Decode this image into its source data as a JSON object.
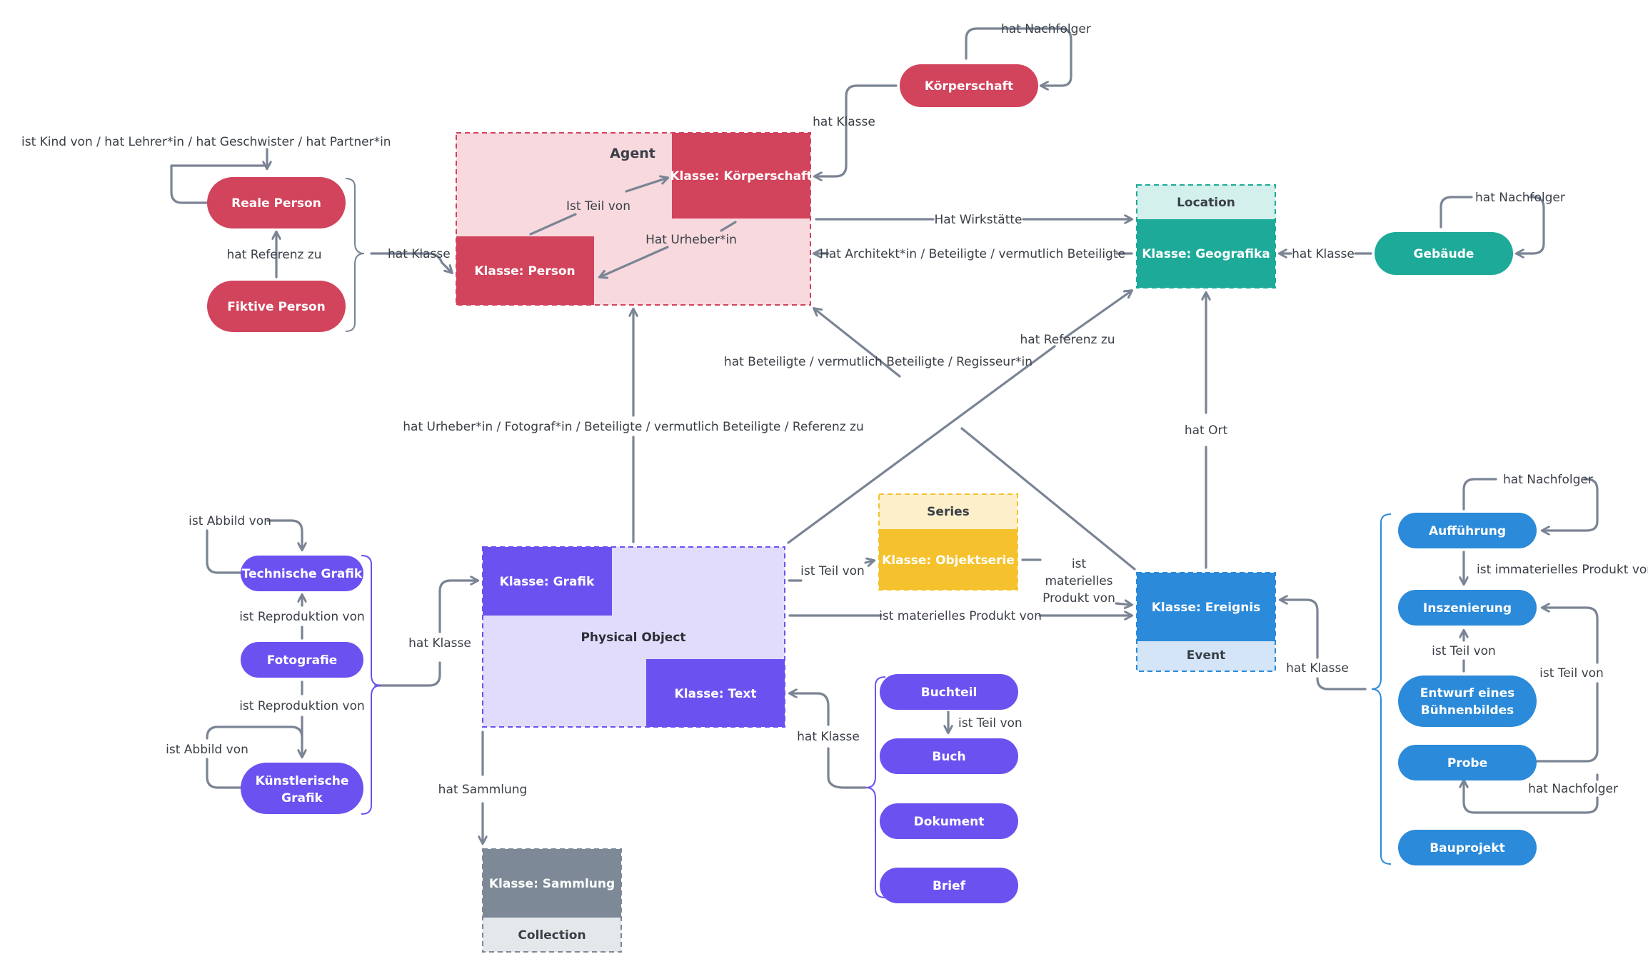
{
  "colors": {
    "agent_red": "#d2435c",
    "agent_bg": "#f7d9de",
    "location_teal": "#1eaa98",
    "location_bg": "#d4f0ec",
    "object_purple": "#6b52f0",
    "object_bg": "#e1dcfb",
    "event_blue": "#2b8ad9",
    "event_bg": "#d3e5f7",
    "series_yellow": "#f5c22d",
    "series_bg": "#fcefc9",
    "collection_gray": "#7d8996",
    "collection_bg": "#e5e8eb",
    "edge_gray": "#7a8494"
  },
  "groups": {
    "agent": "Agent",
    "location": "Location",
    "physical_object": "Physical Object",
    "series": "Series",
    "event": "Event",
    "collection": "Collection"
  },
  "classes": {
    "koerperschaft": "Klasse: Körperschaft",
    "person": "Klasse: Person",
    "geografika": "Klasse: Geografika",
    "grafik": "Klasse: Grafik",
    "text": "Klasse: Text",
    "objektserie": "Klasse: Objektserie",
    "ereignis": "Klasse: Ereignis",
    "sammlung": "Klasse: Sammlung"
  },
  "nodes": {
    "koerperschaft": "Körperschaft",
    "reale_person": "Reale Person",
    "fiktive_person": "Fiktive Person",
    "gebaeude": "Gebäude",
    "technische_grafik": "Technische Grafik",
    "fotografie": "Fotografie",
    "kuenstlerische_grafik_1": "Künstlerische",
    "kuenstlerische_grafik_2": "Grafik",
    "buchteil": "Buchteil",
    "buch": "Buch",
    "dokument": "Dokument",
    "brief": "Brief",
    "auffuehrung": "Aufführung",
    "inszenierung": "Inszenierung",
    "entwurf_1": "Entwurf eines",
    "entwurf_2": "Bühnenbildes",
    "probe": "Probe",
    "bauprojekt": "Bauprojekt"
  },
  "edges": {
    "koerperschaft_nachfolger": "hat Nachfolger",
    "koerperschaft_hat_klasse": "hat Klasse",
    "person_relations": "ist Kind von / hat Lehrer*in / hat Geschwister / hat Partner*in",
    "hat_referenz_zu": "hat Referenz zu",
    "person_hat_klasse": "hat Klasse",
    "ist_teil_von_agent": "Ist Teil von",
    "hat_urheber": "Hat Urheber*in",
    "hat_wirkstaette": "Hat Wirkstätte",
    "hat_architekt": "Hat Architekt*in / Beteiligte / vermutlich Beteiligte",
    "gebaeude_hat_klasse": "hat Klasse",
    "gebaeude_nachfolger": "hat Nachfolger",
    "event_referenz": "hat Referenz zu",
    "event_beteiligte": "hat Beteiligte / vermutlich Beteiligte / Regisseur*in",
    "object_urheber": "hat Urheber*in / Fotograf*in / Beteiligte / vermutlich Beteiligte / Referenz zu",
    "hat_ort": "hat Ort",
    "ist_abbild_von_1": "ist Abbild von",
    "ist_reproduktion_1": "ist Reproduktion von",
    "ist_reproduktion_2": "ist Reproduktion von",
    "ist_abbild_von_2": "ist Abbild von",
    "grafik_hat_klasse": "hat Klasse",
    "object_ist_teil_von": "ist Teil von",
    "series_ist_materielles_1": "ist",
    "series_ist_materielles_2": "materielles",
    "series_ist_materielles_3": "Produkt von",
    "object_ist_materielles": "ist materielles Produkt von",
    "hat_sammlung": "hat Sammlung",
    "text_hat_klasse": "hat Klasse",
    "buchteil_ist_teil_von": "ist Teil von",
    "event_hat_klasse": "hat Klasse",
    "auffuehrung_nachfolger": "hat Nachfolger",
    "immaterielles": "ist immaterielles Produkt von",
    "entwurf_ist_teil_von": "ist Teil von",
    "probe_ist_teil_von": "ist Teil von",
    "probe_nachfolger": "hat Nachfolger"
  }
}
